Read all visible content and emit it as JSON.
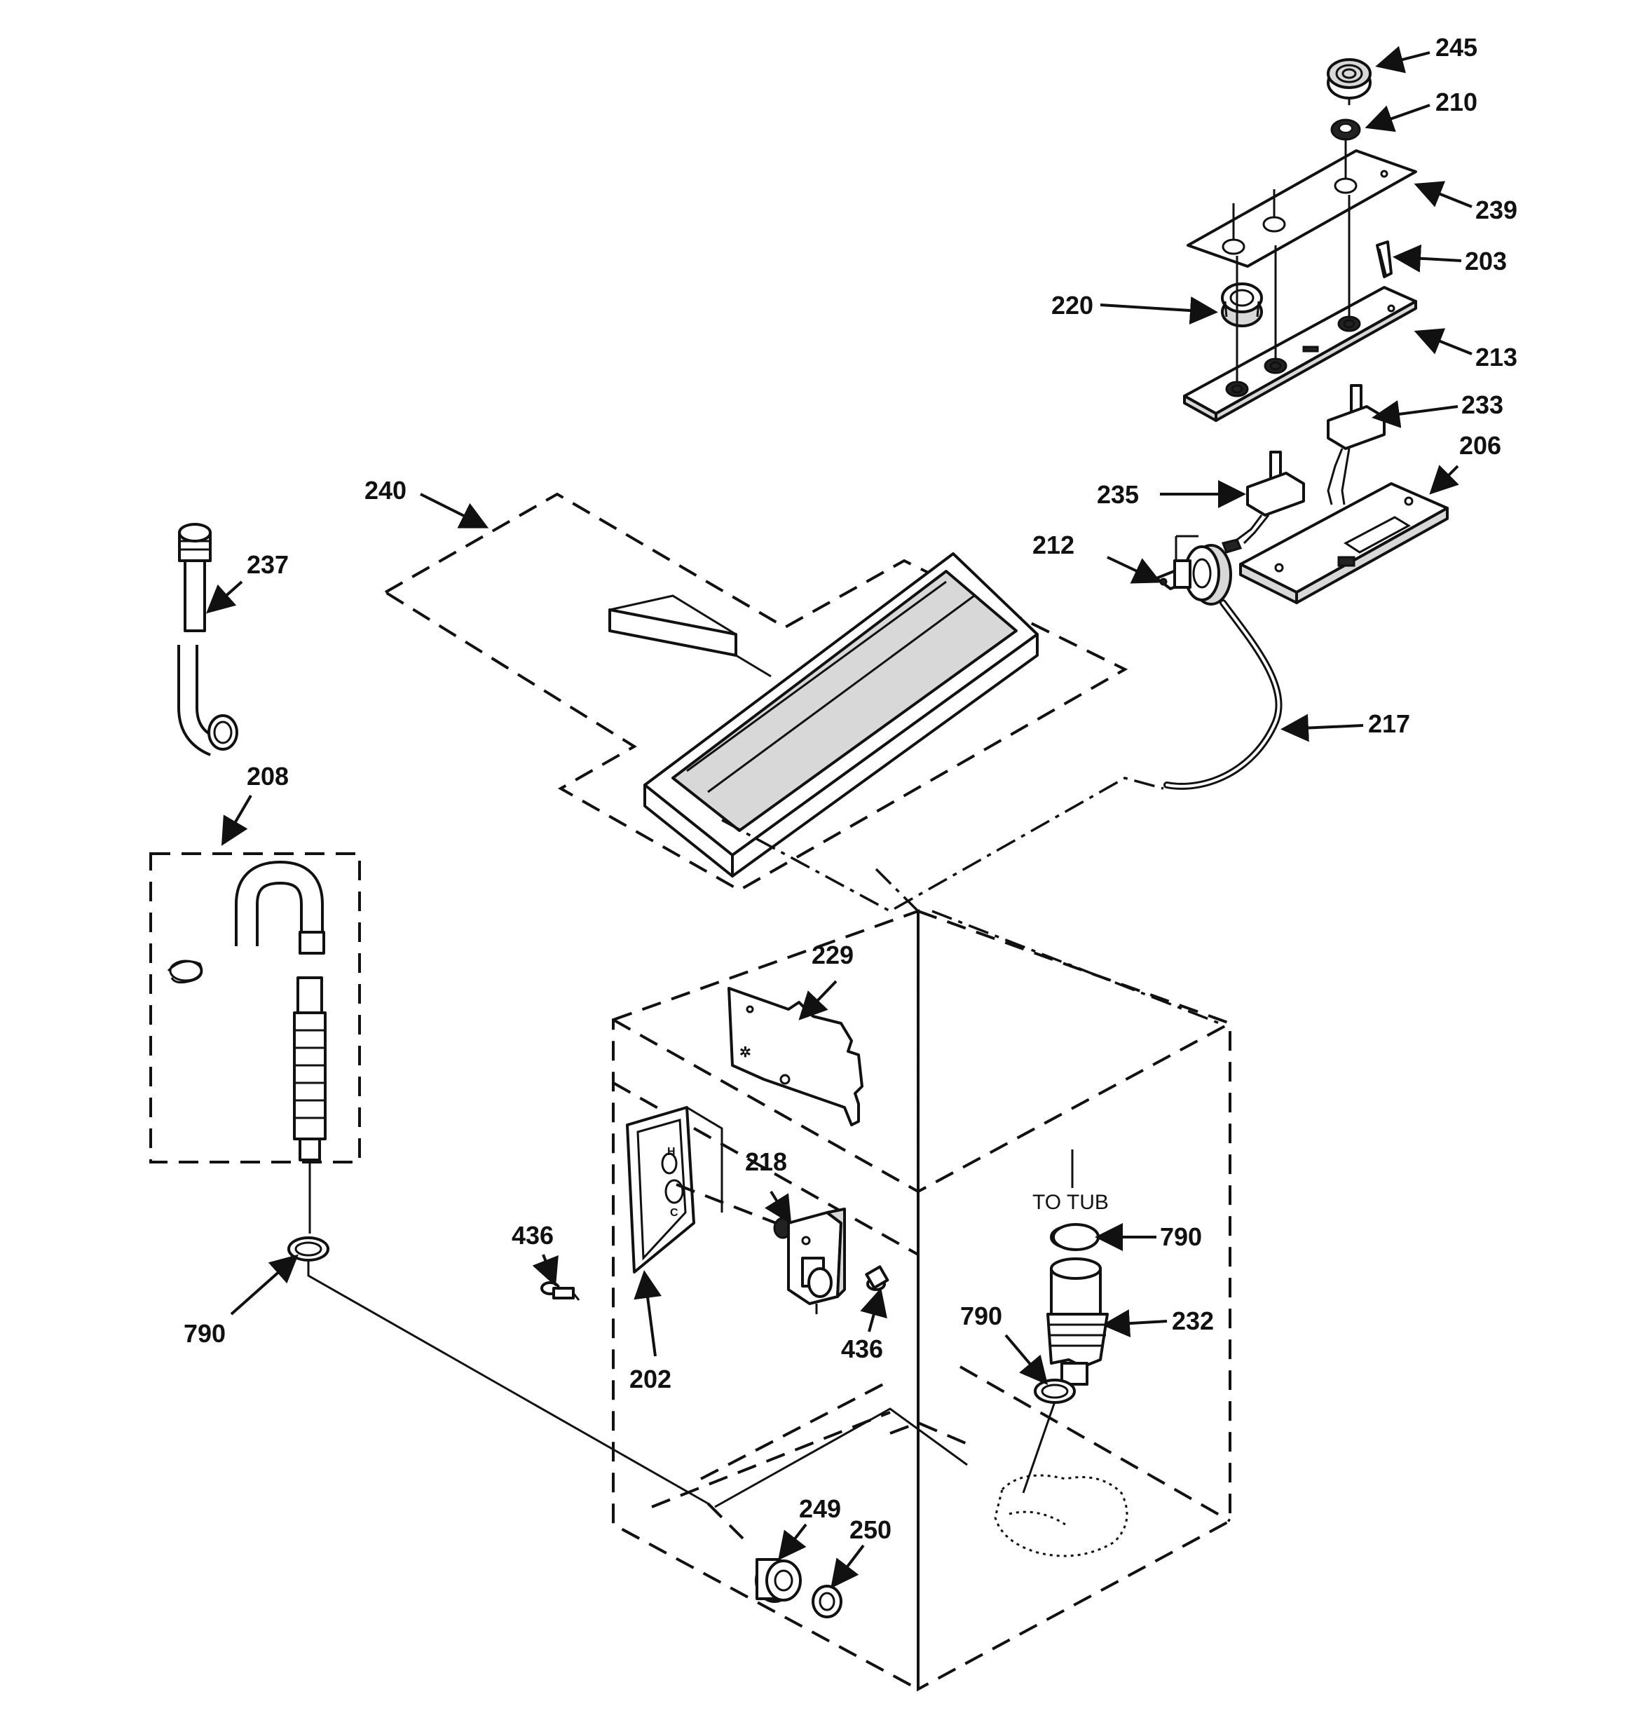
{
  "labels": {
    "p245": "245",
    "p210": "210",
    "p239": "239",
    "p203": "203",
    "p220": "220",
    "p213": "213",
    "p233": "233",
    "p206": "206",
    "p235": "235",
    "p212": "212",
    "p217": "217",
    "p240": "240",
    "p237": "237",
    "p208": "208",
    "p229": "229",
    "p218": "218",
    "p436a": "436",
    "p436b": "436",
    "p202": "202",
    "p790a": "790",
    "p790b": "790",
    "p790c": "790",
    "p232": "232",
    "p249": "249",
    "p250": "250",
    "to_tub": "TO TUB"
  }
}
